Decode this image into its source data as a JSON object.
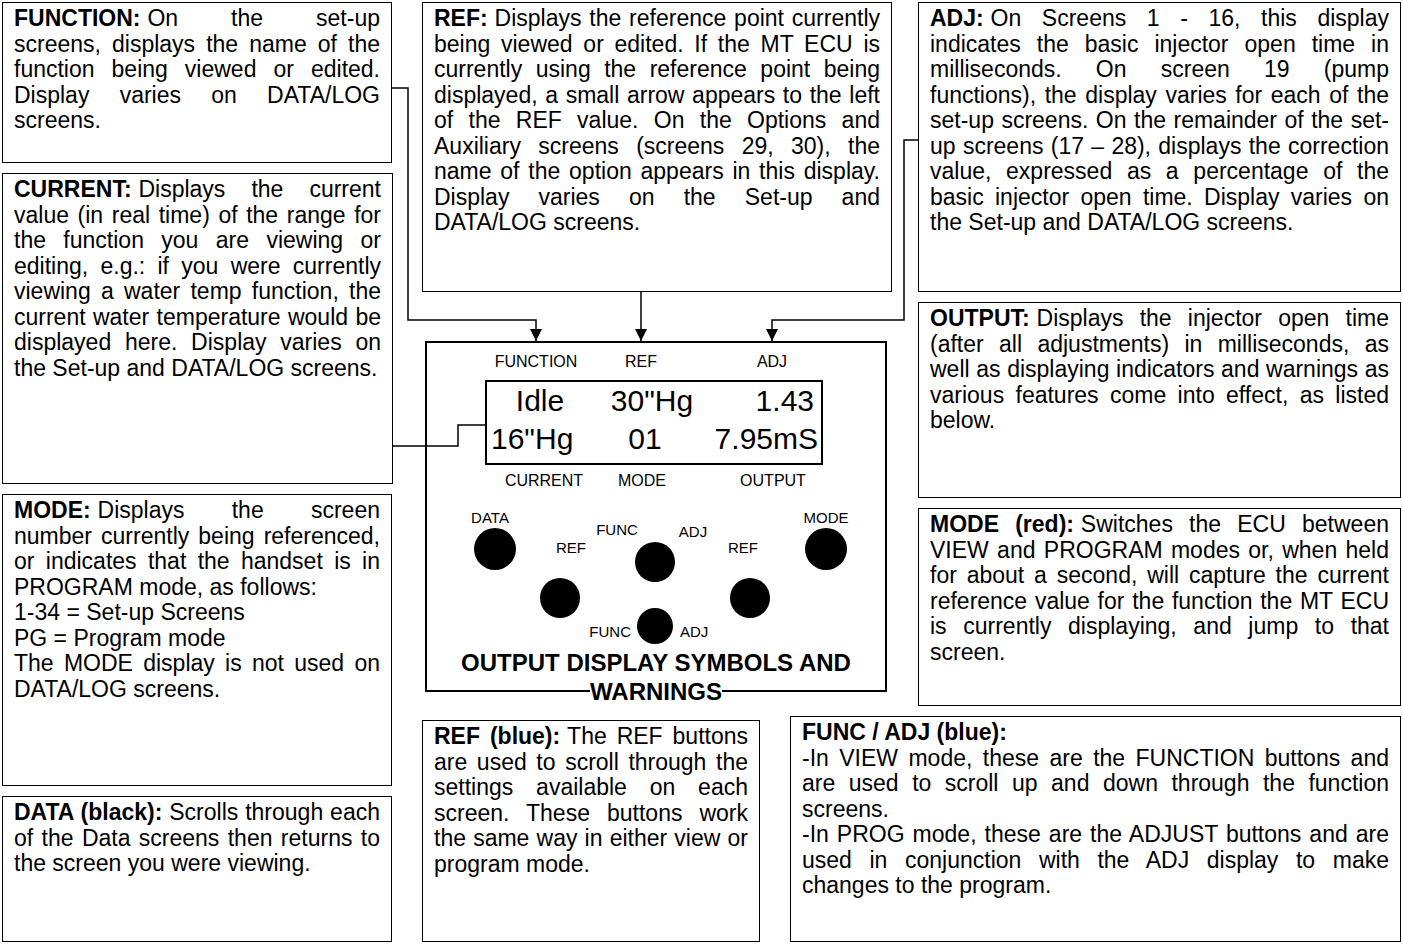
{
  "diagram": {
    "nodes": [
      {
        "text": [
          "FUNCTION:",
          "On the set-up screens, displays the name of the function being viewed or edited. Display varies on DATA/LOG screens."
        ]
      },
      {
        "text": [
          "REF:",
          "Displays the reference point currently being viewed or edited. If the MT ECU is currently using the reference point being displayed, a small arrow appears to the left of the REF value. On the Options and Auxiliary screens (screens 29, 30), the name of the option appears in this display. Display varies on the Set-up and DATA/LOG screens."
        ]
      },
      {
        "text": [
          "ADJ:",
          "On Screens 1 - 16, this display indicates the basic injector open time in milliseconds. On screen 19 (pump functions), the display varies for each of the set-up screens. On the remainder of the set-up screens (17 – 28), displays the correction value, expressed as a percentage of the basic injector open time. Display varies on the Set-up and DATA/LOG screens."
        ]
      },
      {
        "text": [
          "CURRENT:",
          "Displays the current value (in real time) of the range for the function you are viewing or editing, e.g.: if you were currently viewing a water temp function, the current water temperature would be displayed here. Display varies on the Set-up and DATA/LOG screens."
        ]
      },
      {
        "text": [
          "FUNCTION",
          "REF",
          "ADJ",
          "CURRENT",
          "MODE",
          "OUTPUT",
          "DATA",
          "FUNC",
          "ADJ",
          "MODE",
          "REF",
          "REF",
          "FUNC",
          "ADJ"
        ]
      },
      {
        "text": [
          "Idle",
          "30\"Hg",
          "1.43",
          "16\"Hg",
          "01",
          "7.95mS"
        ],
        "in": 4
      },
      {
        "text": [
          "OUTPUT:",
          "Displays the injector open time (after all adjustments) in milliseconds, as well as displaying indicators and warnings as various features come into effect, as listed below."
        ]
      },
      {
        "text": [
          "MODE:",
          "Displays the screen number currently being referenced, or indicates that the handset is in PROGRAM mode, as follows:",
          "1-34 = Set-up Screens",
          "PG = Program mode",
          "The MODE display is not used on DATA/LOG screens."
        ]
      },
      {
        "text": [
          "MODE (red):",
          "Switches the ECU between VIEW and PROGRAM modes or, when held for about a second, will capture the current reference value for the function the MT ECU is currently displaying, and jump to that screen."
        ]
      },
      {
        "text": [
          "FUNC / ADJ (blue):",
          "-In VIEW mode, these are the FUNCTION buttons and are used to scroll up and down through the function screens.",
          "-In PROG mode, these are the ADJUST buttons and are used in conjunction with the ADJ display to make changes to the program."
        ]
      },
      {
        "text": [
          "REF (blue):",
          "The REF buttons are used to scroll through the settings available on each screen. These buttons work the same way in either view or program mode."
        ]
      },
      {
        "text": [
          "DATA (black):",
          "Scrolls through each of the Data screens then returns to the screen you were viewing."
        ]
      }
    ],
    "edges": [
      {
        "from": 0,
        "to": 4,
        "arrow": "to"
      },
      {
        "from": 1,
        "to": 4,
        "arrow": "to"
      },
      {
        "from": 2,
        "to": 4,
        "arrow": "to"
      },
      {
        "from": 3,
        "to": 5,
        "arrow": "none"
      }
    ],
    "labels": [
      "OUTPUT DISPLAY SYMBOLS AND WARNINGS"
    ]
  }
}
